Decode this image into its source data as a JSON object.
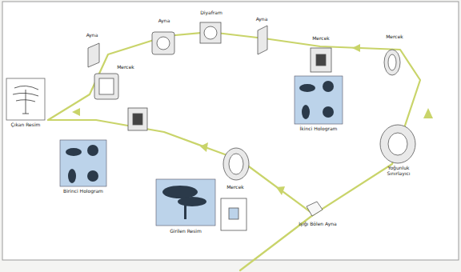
{
  "diagram": {
    "labels": [
      "Ayna",
      "Ayna",
      "Diyafram",
      "Ayna",
      "Mercek",
      "Mercek",
      "Çıkan Resim",
      "Mercek",
      "İkinci Hologram",
      "Birinci Hologram",
      "Mercek",
      "Yoğunluk Sınırlayıcı",
      "Işığı Bölen Ayna",
      "Girilen Resim"
    ]
  }
}
